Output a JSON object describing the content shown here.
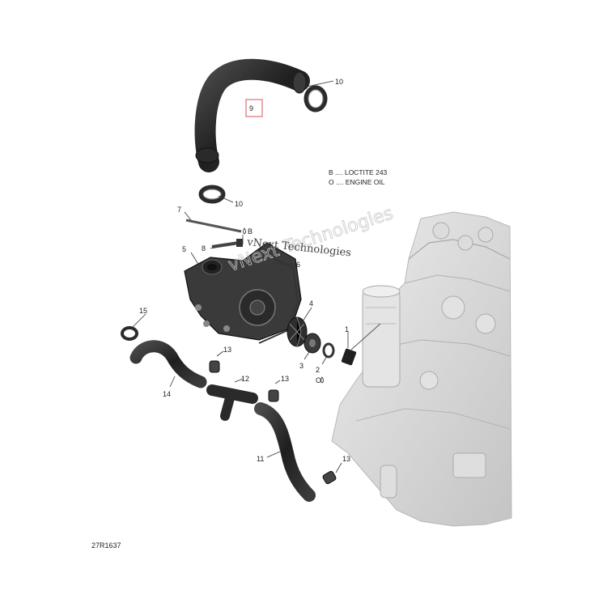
{
  "callouts": {
    "c1": "1",
    "c2": "2",
    "c3": "3",
    "c4": "4",
    "c5": "5",
    "c6": "6",
    "c7": "7",
    "c8": "8",
    "c9": "9",
    "c10a": "10",
    "c10b": "10",
    "c11": "11",
    "c12": "12",
    "c13a": "13",
    "c13b": "13",
    "c13c": "13",
    "c14": "14",
    "c15": "15",
    "sym_b": "B",
    "sym_o": "O"
  },
  "legend": {
    "line1": "B .... LOCTITE 243",
    "line2": "O .... ENGINE OIL"
  },
  "watermark": {
    "outline": "vNext Technologies",
    "solid": "vNext Technologies"
  },
  "figure_ref": "27R1637",
  "colors": {
    "part": "#2b2b2b",
    "engine": "#d4d4d4",
    "highlight": "#d9534f"
  }
}
